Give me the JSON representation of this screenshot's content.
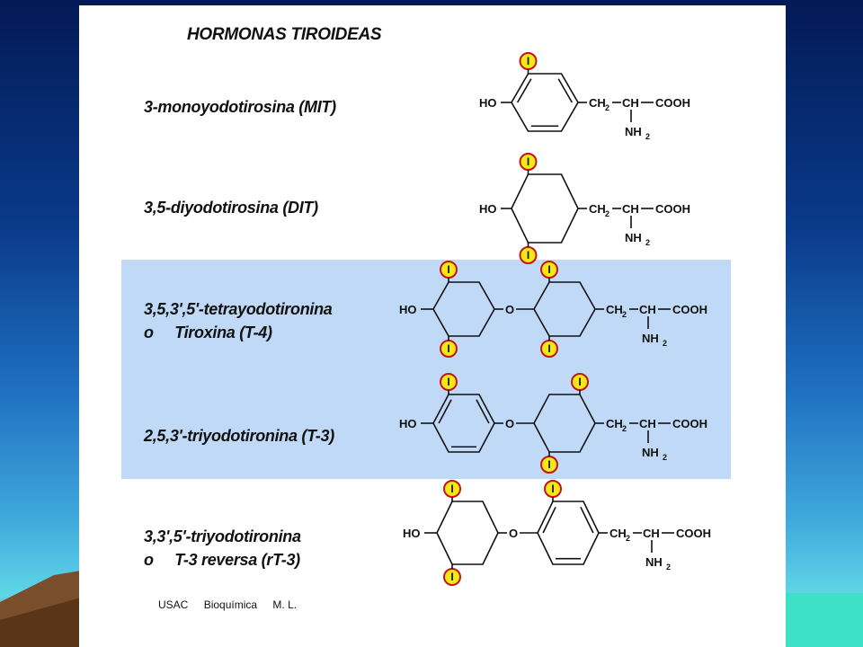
{
  "title": "HORMONAS TIROIDEAS",
  "compounds": [
    {
      "line1": "3-monoyodotirosina (MIT)",
      "line2": ""
    },
    {
      "line1": "3,5-diyodotirosina (DIT)",
      "line2": ""
    },
    {
      "line1": "3,5,3',5'-tetrayodotironina",
      "line2": "o     Tiroxina (T-4)"
    },
    {
      "line1": "2,5,3'-triyodotironina (T-3)",
      "line2": ""
    },
    {
      "line1": "3,3',5'-triyodotironina",
      "line2": "o     T-3 reversa (rT-3)"
    }
  ],
  "chem": {
    "hydroxyl": "HO",
    "ether_oxygen": "O",
    "iodine": "I",
    "ch": "CH",
    "ch2": "CH",
    "ch2_sub": "2",
    "cooh": "COOH",
    "nh": "NH",
    "nh2_sub": "2"
  },
  "credit": {
    "org": "USAC",
    "course": "Bioquímica",
    "author": "M. L."
  },
  "colors": {
    "highlight_band": "#bfd9f6",
    "iodine_fill": "#f4e81a",
    "iodine_ring": "#c4151a"
  }
}
